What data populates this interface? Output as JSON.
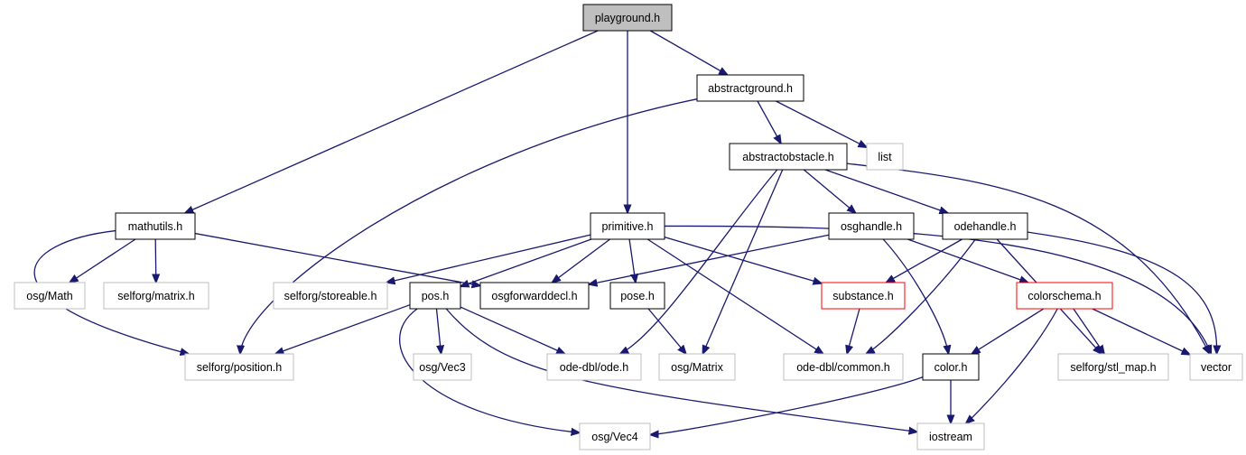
{
  "colors": {
    "edge": "#191970",
    "root_fill": "#bfbfbf",
    "normal_stroke": "#000000",
    "external_stroke": "#bfbfbf",
    "truncated_stroke": "#ff0000"
  },
  "nodes": [
    {
      "id": "playground",
      "label": "playground.h",
      "kind": "root"
    },
    {
      "id": "abstractground",
      "label": "abstractground.h",
      "kind": "normal"
    },
    {
      "id": "abstractobstacle",
      "label": "abstractobstacle.h",
      "kind": "normal"
    },
    {
      "id": "list",
      "label": "list",
      "kind": "external"
    },
    {
      "id": "mathutils",
      "label": "mathutils.h",
      "kind": "normal"
    },
    {
      "id": "primitive",
      "label": "primitive.h",
      "kind": "normal"
    },
    {
      "id": "osghandle",
      "label": "osghandle.h",
      "kind": "normal"
    },
    {
      "id": "odehandle",
      "label": "odehandle.h",
      "kind": "normal"
    },
    {
      "id": "osgMath",
      "label": "osg/Math",
      "kind": "external"
    },
    {
      "id": "selforgMatrix",
      "label": "selforg/matrix.h",
      "kind": "external"
    },
    {
      "id": "storeable",
      "label": "selforg/storeable.h",
      "kind": "external"
    },
    {
      "id": "pos",
      "label": "pos.h",
      "kind": "normal"
    },
    {
      "id": "osgforwarddecl",
      "label": "osgforwarddecl.h",
      "kind": "normal"
    },
    {
      "id": "pose",
      "label": "pose.h",
      "kind": "normal"
    },
    {
      "id": "substance",
      "label": "substance.h",
      "kind": "truncated"
    },
    {
      "id": "colorschema",
      "label": "colorschema.h",
      "kind": "truncated"
    },
    {
      "id": "position",
      "label": "selforg/position.h",
      "kind": "external"
    },
    {
      "id": "vec3",
      "label": "osg/Vec3",
      "kind": "external"
    },
    {
      "id": "ode",
      "label": "ode-dbl/ode.h",
      "kind": "external"
    },
    {
      "id": "osgMatrix",
      "label": "osg/Matrix",
      "kind": "external"
    },
    {
      "id": "common",
      "label": "ode-dbl/common.h",
      "kind": "external"
    },
    {
      "id": "color",
      "label": "color.h",
      "kind": "normal"
    },
    {
      "id": "stlmap",
      "label": "selforg/stl_map.h",
      "kind": "external"
    },
    {
      "id": "vector",
      "label": "vector",
      "kind": "external"
    },
    {
      "id": "vec4",
      "label": "osg/Vec4",
      "kind": "external"
    },
    {
      "id": "iostream",
      "label": "iostream",
      "kind": "external"
    }
  ],
  "edges": [
    {
      "from": "playground",
      "to": "abstractground"
    },
    {
      "from": "playground",
      "to": "mathutils"
    },
    {
      "from": "playground",
      "to": "primitive"
    },
    {
      "from": "abstractground",
      "to": "position"
    },
    {
      "from": "abstractground",
      "to": "abstractobstacle"
    },
    {
      "from": "abstractground",
      "to": "list"
    },
    {
      "from": "abstractobstacle",
      "to": "osghandle"
    },
    {
      "from": "abstractobstacle",
      "to": "odehandle"
    },
    {
      "from": "abstractobstacle",
      "to": "vector"
    },
    {
      "from": "abstractobstacle",
      "to": "ode"
    },
    {
      "from": "abstractobstacle",
      "to": "osgMatrix"
    },
    {
      "from": "mathutils",
      "to": "osgMath"
    },
    {
      "from": "mathutils",
      "to": "selforgMatrix"
    },
    {
      "from": "mathutils",
      "to": "osgforwarddecl"
    },
    {
      "from": "mathutils",
      "to": "position"
    },
    {
      "from": "primitive",
      "to": "storeable"
    },
    {
      "from": "primitive",
      "to": "pos"
    },
    {
      "from": "primitive",
      "to": "osgforwarddecl"
    },
    {
      "from": "primitive",
      "to": "pose"
    },
    {
      "from": "primitive",
      "to": "substance"
    },
    {
      "from": "primitive",
      "to": "common"
    },
    {
      "from": "primitive",
      "to": "vector"
    },
    {
      "from": "osghandle",
      "to": "osgforwarddecl"
    },
    {
      "from": "osghandle",
      "to": "colorschema"
    },
    {
      "from": "osghandle",
      "to": "color"
    },
    {
      "from": "odehandle",
      "to": "substance"
    },
    {
      "from": "odehandle",
      "to": "common"
    },
    {
      "from": "odehandle",
      "to": "stlmap"
    },
    {
      "from": "odehandle",
      "to": "vector"
    },
    {
      "from": "pos",
      "to": "position"
    },
    {
      "from": "pos",
      "to": "vec3"
    },
    {
      "from": "pos",
      "to": "ode"
    },
    {
      "from": "pos",
      "to": "vec4"
    },
    {
      "from": "pos",
      "to": "iostream"
    },
    {
      "from": "pose",
      "to": "osgMatrix"
    },
    {
      "from": "substance",
      "to": "common"
    },
    {
      "from": "colorschema",
      "to": "color"
    },
    {
      "from": "colorschema",
      "to": "stlmap"
    },
    {
      "from": "colorschema",
      "to": "vector"
    },
    {
      "from": "colorschema",
      "to": "iostream"
    },
    {
      "from": "color",
      "to": "vec4"
    },
    {
      "from": "color",
      "to": "iostream"
    }
  ]
}
